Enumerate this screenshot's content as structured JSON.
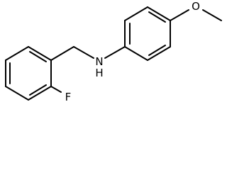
{
  "molecule": {
    "atoms": {
      "nitrogen": "N",
      "hydrogen": "H",
      "fluorine": "F",
      "oxygen": "O"
    },
    "colors": {
      "bond": "#000000",
      "background": "#ffffff"
    }
  }
}
